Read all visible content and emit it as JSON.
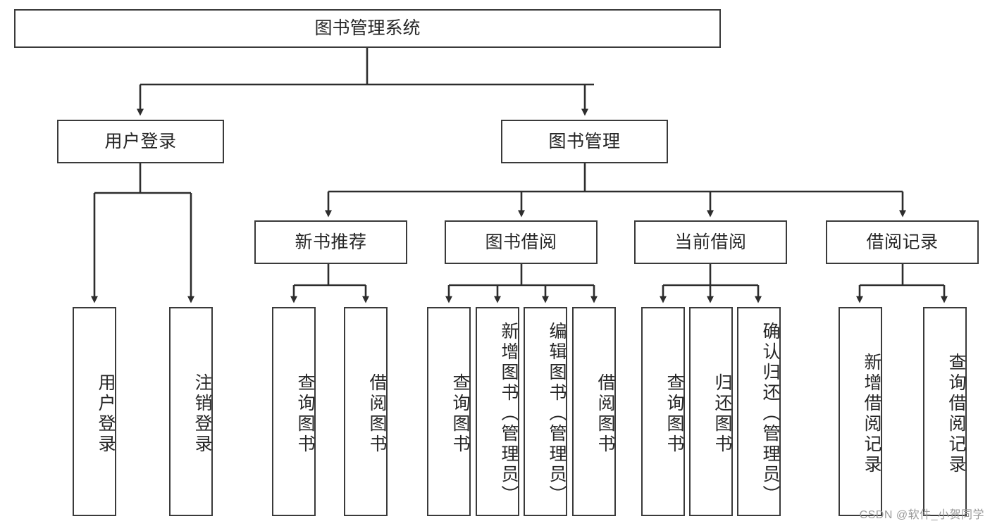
{
  "diagram": {
    "title": "图书管理系统",
    "type": "tree-hierarchy",
    "root": {
      "label": "图书管理系统"
    },
    "level2": [
      {
        "label": "用户登录"
      },
      {
        "label": "图书管理"
      }
    ],
    "level3": [
      {
        "label": "新书推荐"
      },
      {
        "label": "图书借阅"
      },
      {
        "label": "当前借阅"
      },
      {
        "label": "借阅记录"
      }
    ],
    "leaves": {
      "user_login": [
        {
          "label": "用户登录"
        },
        {
          "label": "注销登录"
        }
      ],
      "new_book_recommend": [
        {
          "label": "查询图书"
        },
        {
          "label": "借阅图书"
        }
      ],
      "book_borrow": [
        {
          "label": "查询图书"
        },
        {
          "label": "新增图书（管理员）"
        },
        {
          "label": "编辑图书（管理员）"
        },
        {
          "label": "借阅图书"
        }
      ],
      "current_borrow": [
        {
          "label": "查询图书"
        },
        {
          "label": "归还图书"
        },
        {
          "label": "确认归还（管理员）"
        }
      ],
      "borrow_record": [
        {
          "label": "新增借阅记录"
        },
        {
          "label": "查询借阅记录"
        }
      ]
    }
  },
  "watermark": {
    "text": "CSDN @软件_小贺同学"
  },
  "colors": {
    "border": "#3a3a3a",
    "text": "#262626",
    "background": "#ffffff",
    "watermark": "#9a9a9a"
  }
}
